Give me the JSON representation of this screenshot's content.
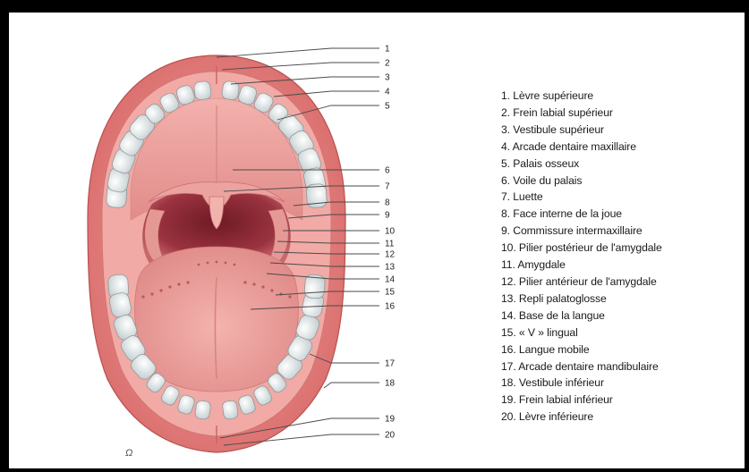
{
  "figure": {
    "credit": "Ω",
    "callout_numbers": [
      "1",
      "2",
      "3",
      "4",
      "5",
      "6",
      "7",
      "8",
      "9",
      "10",
      "11",
      "12",
      "13",
      "14",
      "15",
      "16",
      "17",
      "18",
      "19",
      "20"
    ],
    "legend": [
      "1. Lèvre supérieure",
      "2. Frein labial supérieur",
      "3. Vestibule supérieur",
      "4. Arcade dentaire maxillaire",
      "5. Palais osseux",
      "6. Voile du palais",
      "7. Luette",
      "8. Face interne de la joue",
      "9. Commissure intermaxillaire",
      "10. Pilier postérieur de l'amygdale",
      "11. Amygdale",
      "12. Pilier antérieur de l'amygdale",
      "13. Repli palatoglosse",
      "14. Base de la langue",
      "15. « V » lingual",
      "16. Langue mobile",
      "17. Arcade dentaire mandibulaire",
      "18. Vestibule inférieur",
      "19. Frein labial inférieur",
      "20. Lèvre inférieure"
    ]
  },
  "colors": {
    "frame": "#000000",
    "lip": "#e27a78",
    "gum": "#f2a5a0",
    "palate": "#e8918e",
    "throat": "#8b2a33",
    "tongue": "#ec9a97",
    "tooth": "#f4f4f2"
  }
}
